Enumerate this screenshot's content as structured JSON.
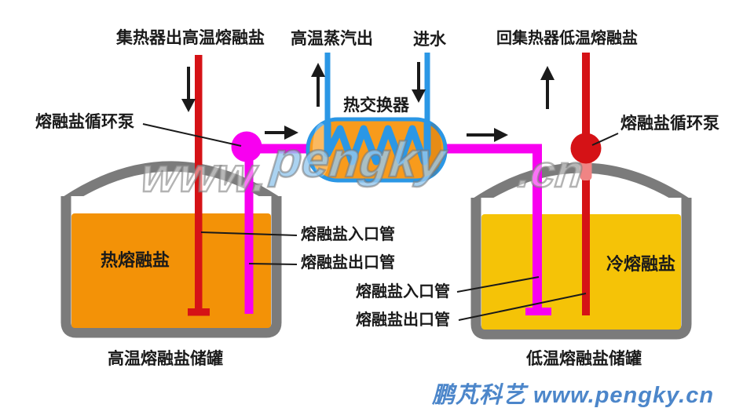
{
  "top_labels": {
    "collector_out": "集热器出高温熔融盐",
    "steam_out": "高温蒸汽出",
    "water_in": "进水",
    "return_to_collector": "回集热器低温熔融盐"
  },
  "components": {
    "pump_left": "熔融盐循环泵",
    "pump_right": "熔融盐循环泵",
    "heat_exchanger": "热交换器",
    "hot_salt": "热熔融盐",
    "cold_salt": "冷熔融盐",
    "hot_tank": "高温熔融盐储罐",
    "cold_tank": "低温熔融盐储罐"
  },
  "pipe_labels": {
    "inlet_left": "熔融盐入口管",
    "outlet_left": "熔融盐出口管",
    "inlet_right": "熔融盐入口管",
    "outlet_right": "熔融盐出口管"
  },
  "watermark": {
    "www": "www.",
    "pengky": "pengky",
    "cn": ".cn"
  },
  "branding": "鹏芃科艺 www.pengky.cn",
  "colors": {
    "hot_pipe_red": "#D51216",
    "molten_magenta": "#F800F0",
    "water_blue": "#2B97E5",
    "hx_orange": "#F89B1C",
    "hot_tank_orange": "#F39207",
    "cold_tank_yellow": "#F5C307",
    "tank_gray": "#7B7B7B",
    "pump_stem_pink": "#F08484",
    "ink_black": "#1A1A1A",
    "branding_blue": "#4C86CA"
  }
}
